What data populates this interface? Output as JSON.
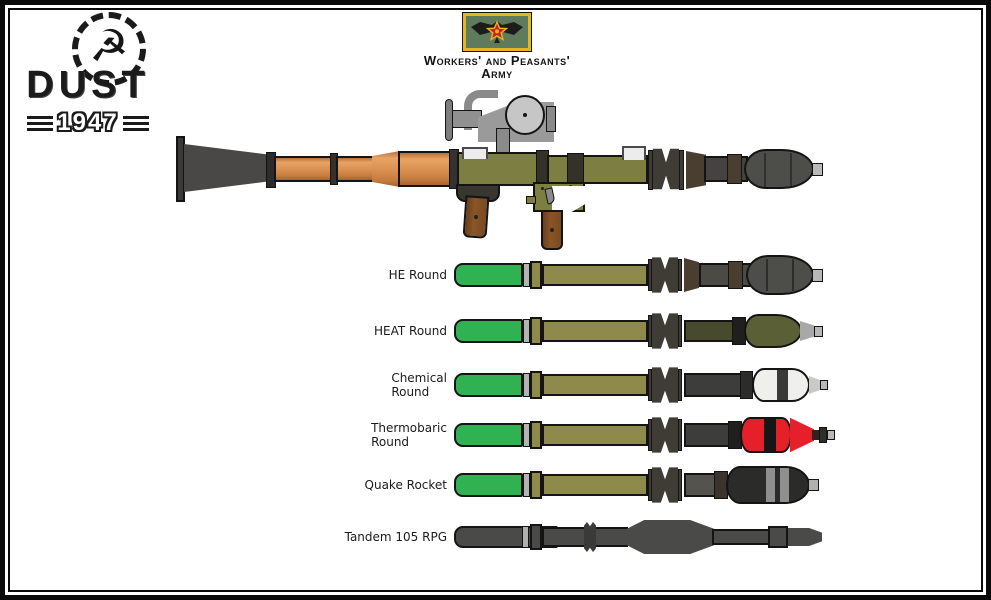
{
  "frame": {
    "border_color": "#0a0a0a",
    "background": "#ffffff"
  },
  "logo": {
    "title": "DUST",
    "year": "1947",
    "emblem_icon": "hammer-and-sickle-icon",
    "emblem_glyph": "☭",
    "color": "#1b1b1b"
  },
  "faction_badge": {
    "line1": "Workers' and Peasants'",
    "line2": "Army",
    "flag_background": "#5e7c5b",
    "flag_border": "#e5b71e",
    "eagle_color": "#1c1c1c",
    "star_color": "#cf1e1e",
    "star_outline": "#e5b71e"
  },
  "launcher": {
    "name": "RPG launcher with loaded rocket",
    "wood_color": "#d98e4f",
    "body_olive": "#7c7f41",
    "metal_dark": "#4a4846",
    "grip_brown": "#7a4a22",
    "sight_gray": "#9a9a9a",
    "warhead_gray": "#4d4d4a"
  },
  "shared_round_colors": {
    "booster_green": "#30b252",
    "band_gray": "#b3b3b3",
    "motor_olive": "#8d8a4b",
    "fin_dark": "#3f3b35",
    "tip_gray": "#b8b8b8"
  },
  "rounds": [
    {
      "id": "he",
      "label_lines": [
        "HE Round"
      ],
      "warhead_color": "#4d4d4a"
    },
    {
      "id": "heat",
      "label_lines": [
        "HEAT Round"
      ],
      "warhead_color": "#5a5f35"
    },
    {
      "id": "chemical",
      "label_lines": [
        "Chemical",
        "Round"
      ],
      "warhead_color": "#efefec"
    },
    {
      "id": "thermobaric",
      "label_lines": [
        "Thermobaric",
        "Round"
      ],
      "warhead_color": "#e6202a"
    },
    {
      "id": "quake",
      "label_lines": [
        "Quake Rocket"
      ],
      "warhead_color": "#2b2b29"
    },
    {
      "id": "tandem",
      "label_lines": [
        "Tandem 105 RPG"
      ],
      "warhead_color": "#4a4a48"
    }
  ]
}
